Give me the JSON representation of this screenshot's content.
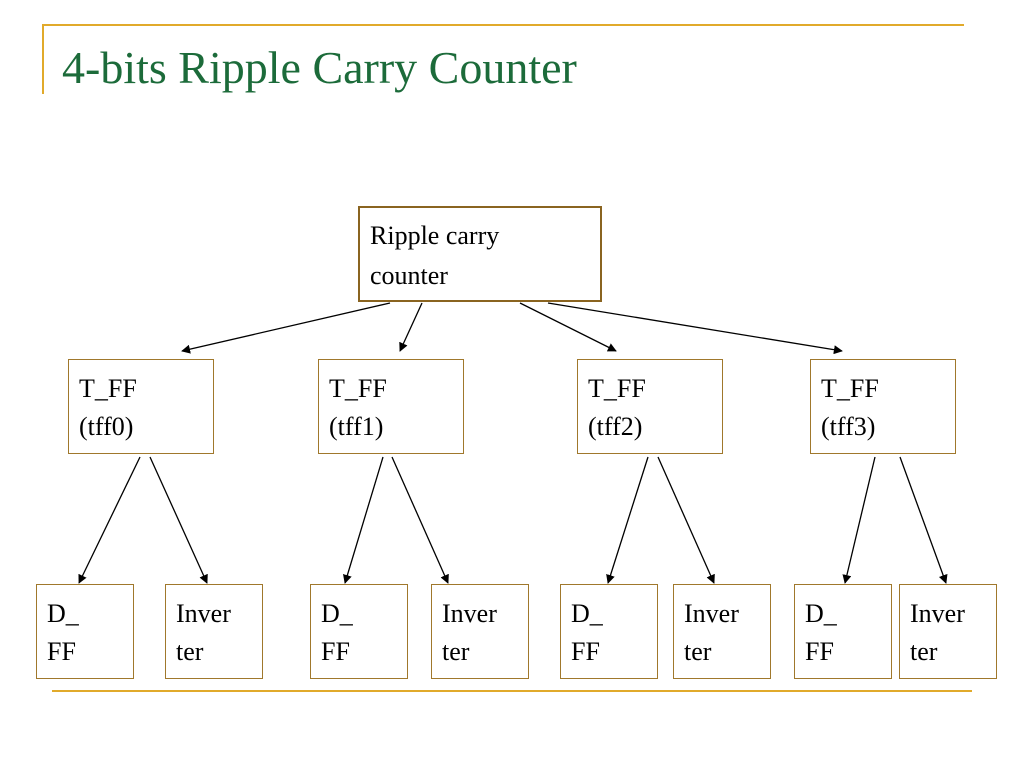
{
  "slide": {
    "title": "4-bits Ripple Carry Counter",
    "accent_color": "#E1AA2B",
    "title_color": "#1C6B3A"
  },
  "diagram": {
    "root": {
      "lines": [
        "Ripple carry",
        "counter"
      ]
    },
    "tffs": [
      {
        "lines": [
          "T_FF",
          "(tff0)"
        ],
        "children": [
          {
            "lines": [
              "D_",
              "FF"
            ]
          },
          {
            "lines": [
              "Inver",
              "ter"
            ]
          }
        ]
      },
      {
        "lines": [
          "T_FF",
          "(tff1)"
        ],
        "children": [
          {
            "lines": [
              "D_",
              "FF"
            ]
          },
          {
            "lines": [
              "Inver",
              "ter"
            ]
          }
        ]
      },
      {
        "lines": [
          "T_FF",
          "(tff2)"
        ],
        "children": [
          {
            "lines": [
              "D_",
              "FF"
            ]
          },
          {
            "lines": [
              "Inver",
              "ter"
            ]
          }
        ]
      },
      {
        "lines": [
          "T_FF",
          "(tff3)"
        ],
        "children": [
          {
            "lines": [
              "D_",
              "FF"
            ]
          },
          {
            "lines": [
              "Inver",
              "ter"
            ]
          }
        ]
      }
    ]
  }
}
